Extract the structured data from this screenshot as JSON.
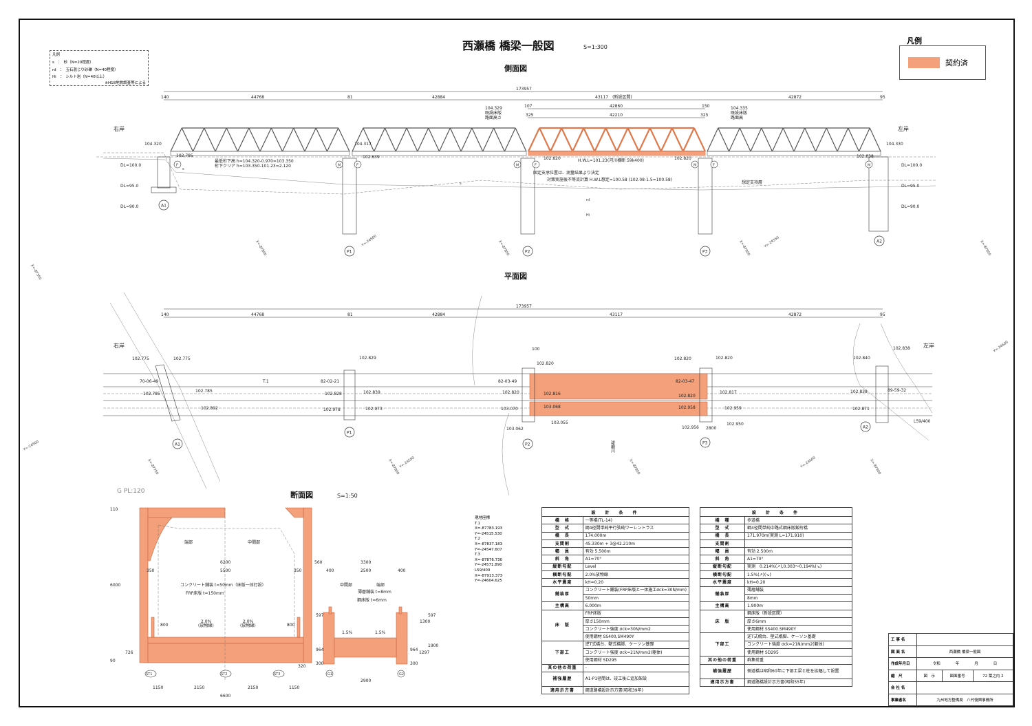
{
  "title": {
    "main": "西瀬橋  橋梁一般図",
    "scale": "S=1:300"
  },
  "contract_legend": {
    "heading": "凡例",
    "label": "契約済",
    "color": "#f4a07a"
  },
  "soil_legend": {
    "heading": "凡例",
    "rows": [
      "s　：　砂（N=20程度）",
      "rd　：　玉石混じり砂礫（N=40程度）",
      "Hi　：　シルト岩（N=40以上）"
    ],
    "note": "※H18地質調査等による"
  },
  "side": {
    "heading": "側面図",
    "total": "173957",
    "dims": [
      "140",
      "44768",
      "81",
      "42884",
      "43117　(新設区間)",
      "42872",
      "95"
    ],
    "sub_dims": [
      "107",
      "42860",
      "150",
      "325",
      "42210",
      "325"
    ],
    "right_bank": "右岸",
    "left_bank": "左岸",
    "elev": [
      "104.320",
      "102.785",
      "104.317",
      "102.639",
      "102.820",
      "102.820",
      "102.838",
      "104.330"
    ],
    "note_left": [
      "104.329",
      "既設床版",
      "路面高さ"
    ],
    "note_right": [
      "104.335",
      "既設床版",
      "路面高"
    ],
    "clearance": [
      "最低桁下高 h=104.320-0.970=103.350",
      "桁下クリア h=103.350-101.23=2.120"
    ],
    "hwl": "H.W.L=101.23(河川横断 59k400)",
    "notes": [
      "固定支承位置は、測量結果より決定",
      "対策実施後不等流計算 H.W.L想定=100.58 (102.08-1.5=100.58)",
      "想定支持層"
    ],
    "dl": [
      "DL=100.0",
      "DL=95.0",
      "DL=90.0"
    ],
    "soil": [
      "s",
      "s",
      "rd",
      "Hi"
    ],
    "bearings": [
      "F",
      "M",
      "F",
      "M",
      "F",
      "M",
      "F",
      "M"
    ],
    "supports": [
      "A1",
      "P1",
      "P2",
      "P3",
      "A2"
    ],
    "grid": [
      "X=-87350",
      "X=-87800",
      "Y=-24500",
      "X=-87850",
      "X=-87900",
      "Y=-24550",
      "X=-87950"
    ]
  },
  "plan": {
    "heading": "平面図",
    "total": "173957",
    "dims": [
      "140",
      "44768",
      "81",
      "42884",
      "43117",
      "42872",
      "95"
    ],
    "right_bank": "右岸",
    "left_bank": "左岸",
    "elev": [
      "102.775",
      "102.775",
      "102.785",
      "102.785",
      "102.892",
      "102.829",
      "102.828",
      "102.839",
      "102.978",
      "102.973",
      "102.820",
      "102.820",
      "102.816",
      "103.070",
      "103.068",
      "103.062",
      "103.055",
      "102.820",
      "102.820",
      "102.820",
      "102.817",
      "102.958",
      "102.959",
      "102.956",
      "102.950",
      "102.840",
      "102.838",
      "102.838",
      "102.871"
    ],
    "angles": [
      "70-06-49",
      "82-02-21",
      "82-03-49",
      "82-03-47",
      "89-59-32"
    ],
    "misc": [
      "T.1",
      "100",
      "2800",
      "L59/400",
      "球磨川",
      "G PL:120"
    ],
    "supports": [
      "A1",
      "P1",
      "P2",
      "P3",
      "A2"
    ],
    "grid": [
      "Y=-24500",
      "X=-87750",
      "X=-87800",
      "Y=-24550",
      "X=-87850",
      "Y=-24600",
      "X=-87900",
      "Y=-24600"
    ]
  },
  "section": {
    "heading": "断面図",
    "scale": "S=1:50",
    "labels": [
      "端部",
      "中間部",
      "コンクリート舗装 t=50mm（床版一体打設）",
      "FRP床版 t=150mm",
      "2.0%",
      "(放物線)",
      "2.0%",
      "(放物線)"
    ],
    "dims": [
      "6200",
      "350",
      "5500",
      "350",
      "6600",
      "1150",
      "2150",
      "2150",
      "1150",
      "6000",
      "726",
      "90",
      "110",
      "800",
      "800",
      "320"
    ],
    "stringers": [
      "ST1",
      "ST2",
      "ST3"
    ],
    "side_labels": [
      "中間部",
      "端部",
      "薄層舗装 t=8mm",
      "鋼床版 t=6mm",
      "1.5%",
      "1.5%"
    ],
    "side_dims": [
      "560",
      "3300",
      "400",
      "2500",
      "400",
      "2900",
      "597",
      "1300",
      "1900",
      "1297",
      "964",
      "300",
      "964",
      "300",
      "597"
    ],
    "girders": [
      "G1",
      "G2"
    ]
  },
  "coords": [
    "現地座標",
    "T.1",
    "X=-87783.193",
    "Y=-24515.530",
    "T.2",
    "X=-87837.183",
    "Y=-24547.607",
    "T.3",
    "X=-87876.730",
    "Y=-24571.890",
    "L59/400",
    "X=-87913.373",
    "Y=-24604.625"
  ],
  "table1": {
    "header": "設　計　条　件",
    "rows": [
      {
        "label": "橋　格",
        "values": [
          "一等橋(TL-14)"
        ]
      },
      {
        "label": "型　式",
        "values": [
          "鋼4径間単純平行弦純ワーレントラス"
        ]
      },
      {
        "label": "橋　長",
        "values": [
          "174.000m"
        ]
      },
      {
        "label": "支間割",
        "values": [
          "45.330m + 3@42.210m"
        ]
      },
      {
        "label": "幅　員",
        "values": [
          "有効 5.500m"
        ]
      },
      {
        "label": "斜　角",
        "values": [
          "A1=70°"
        ]
      },
      {
        "label": "縦断勾配",
        "values": [
          "Level"
        ]
      },
      {
        "label": "横断勾配",
        "values": [
          "2.0%放物線"
        ]
      },
      {
        "label": "水平震度",
        "values": [
          "kH=0.20"
        ]
      },
      {
        "label": "舗装厚",
        "values": [
          "コンクリート舗装(FRP床版と一体施工σck=30N/mm)",
          "50mm"
        ]
      },
      {
        "label": "主構高",
        "values": [
          "6.000m"
        ]
      },
      {
        "label": "床　版",
        "values": [
          "FRP床版",
          "厚さ150mm",
          "コンクリート強度 σck=30N/mm2",
          "使用鋼材 SS400,SM490Y"
        ]
      },
      {
        "label": "下部工",
        "values": [
          "逆T式橋台、壁式橋脚、ケーソン基礎",
          "コンクリート強度 σck=21N/mm2(躯体)",
          "使用鋼材 SD295"
        ]
      },
      {
        "label": "其の他の荷重",
        "values": [
          "-"
        ]
      },
      {
        "label": "補強履歴",
        "values": [
          "A1-P1径間は、竣工後に追加架設"
        ],
        "tall": true
      },
      {
        "label": "適用示方書",
        "values": [
          "鋼道路橋設計示方書(昭和39年)"
        ]
      }
    ]
  },
  "table2": {
    "header": "設　計　条　件",
    "rows": [
      {
        "label": "橋　種",
        "values": [
          "歩道橋"
        ]
      },
      {
        "label": "型　式",
        "values": [
          "鋼4径間単純中路式鋼床版鈑桁橋"
        ]
      },
      {
        "label": "橋　長",
        "values": [
          "171.970m(実測 L=171.910)"
        ]
      },
      {
        "label": "支間割",
        "values": [
          ""
        ]
      },
      {
        "label": "幅　員",
        "values": [
          "有効 2.500m"
        ]
      },
      {
        "label": "斜　角",
        "values": [
          "A1=70°"
        ]
      },
      {
        "label": "縦断勾配",
        "values": [
          "実測　0.214%(↗),0.303〜0.194%(↘)"
        ]
      },
      {
        "label": "横断勾配",
        "values": [
          "1.5%(↗)(↘)"
        ]
      },
      {
        "label": "水平震度",
        "values": [
          "kH=0.20"
        ]
      },
      {
        "label": "舗装厚",
        "values": [
          "薄層舗装",
          "8mm"
        ]
      },
      {
        "label": "主構高",
        "values": [
          "1.900m"
        ]
      },
      {
        "label": "床　版",
        "values": [
          "鋼床版（新設区間）",
          "厚さ6mm",
          "使用鋼材 SS400.SM490Y"
        ]
      },
      {
        "label": "下部工",
        "values": [
          "逆T式橋台、壁式橋脚、ケーソン基礎",
          "コンクリート強度 σck=21N/mm2(躯体)",
          "使用鋼材 SD295"
        ]
      },
      {
        "label": "其の他の荷重",
        "values": [
          "群集荷重"
        ]
      },
      {
        "label": "補強履歴",
        "values": [
          "側道橋は昭和60年に下部工梁と柱を拡幅して設置"
        ],
        "tall": true
      },
      {
        "label": "適用示方書",
        "values": [
          "鋼道路橋設計示方書(昭和55年)"
        ]
      }
    ]
  },
  "title_block": {
    "project_label": "工 事 名",
    "project": "",
    "drawing_label": "図 面 名",
    "drawing": "西瀬橋 橋梁一般図",
    "date_label": "作成年月日",
    "era": "令和",
    "year": "年",
    "month": "月",
    "day": "日",
    "scale_label": "縮　尺",
    "scale": "図　示",
    "number_label": "図面番号",
    "number": "72 葉之内 2",
    "company_label": "会 社 名",
    "company": "",
    "owner_label": "事業者名",
    "owner": "九州地方整備局　八代復興事務所"
  }
}
